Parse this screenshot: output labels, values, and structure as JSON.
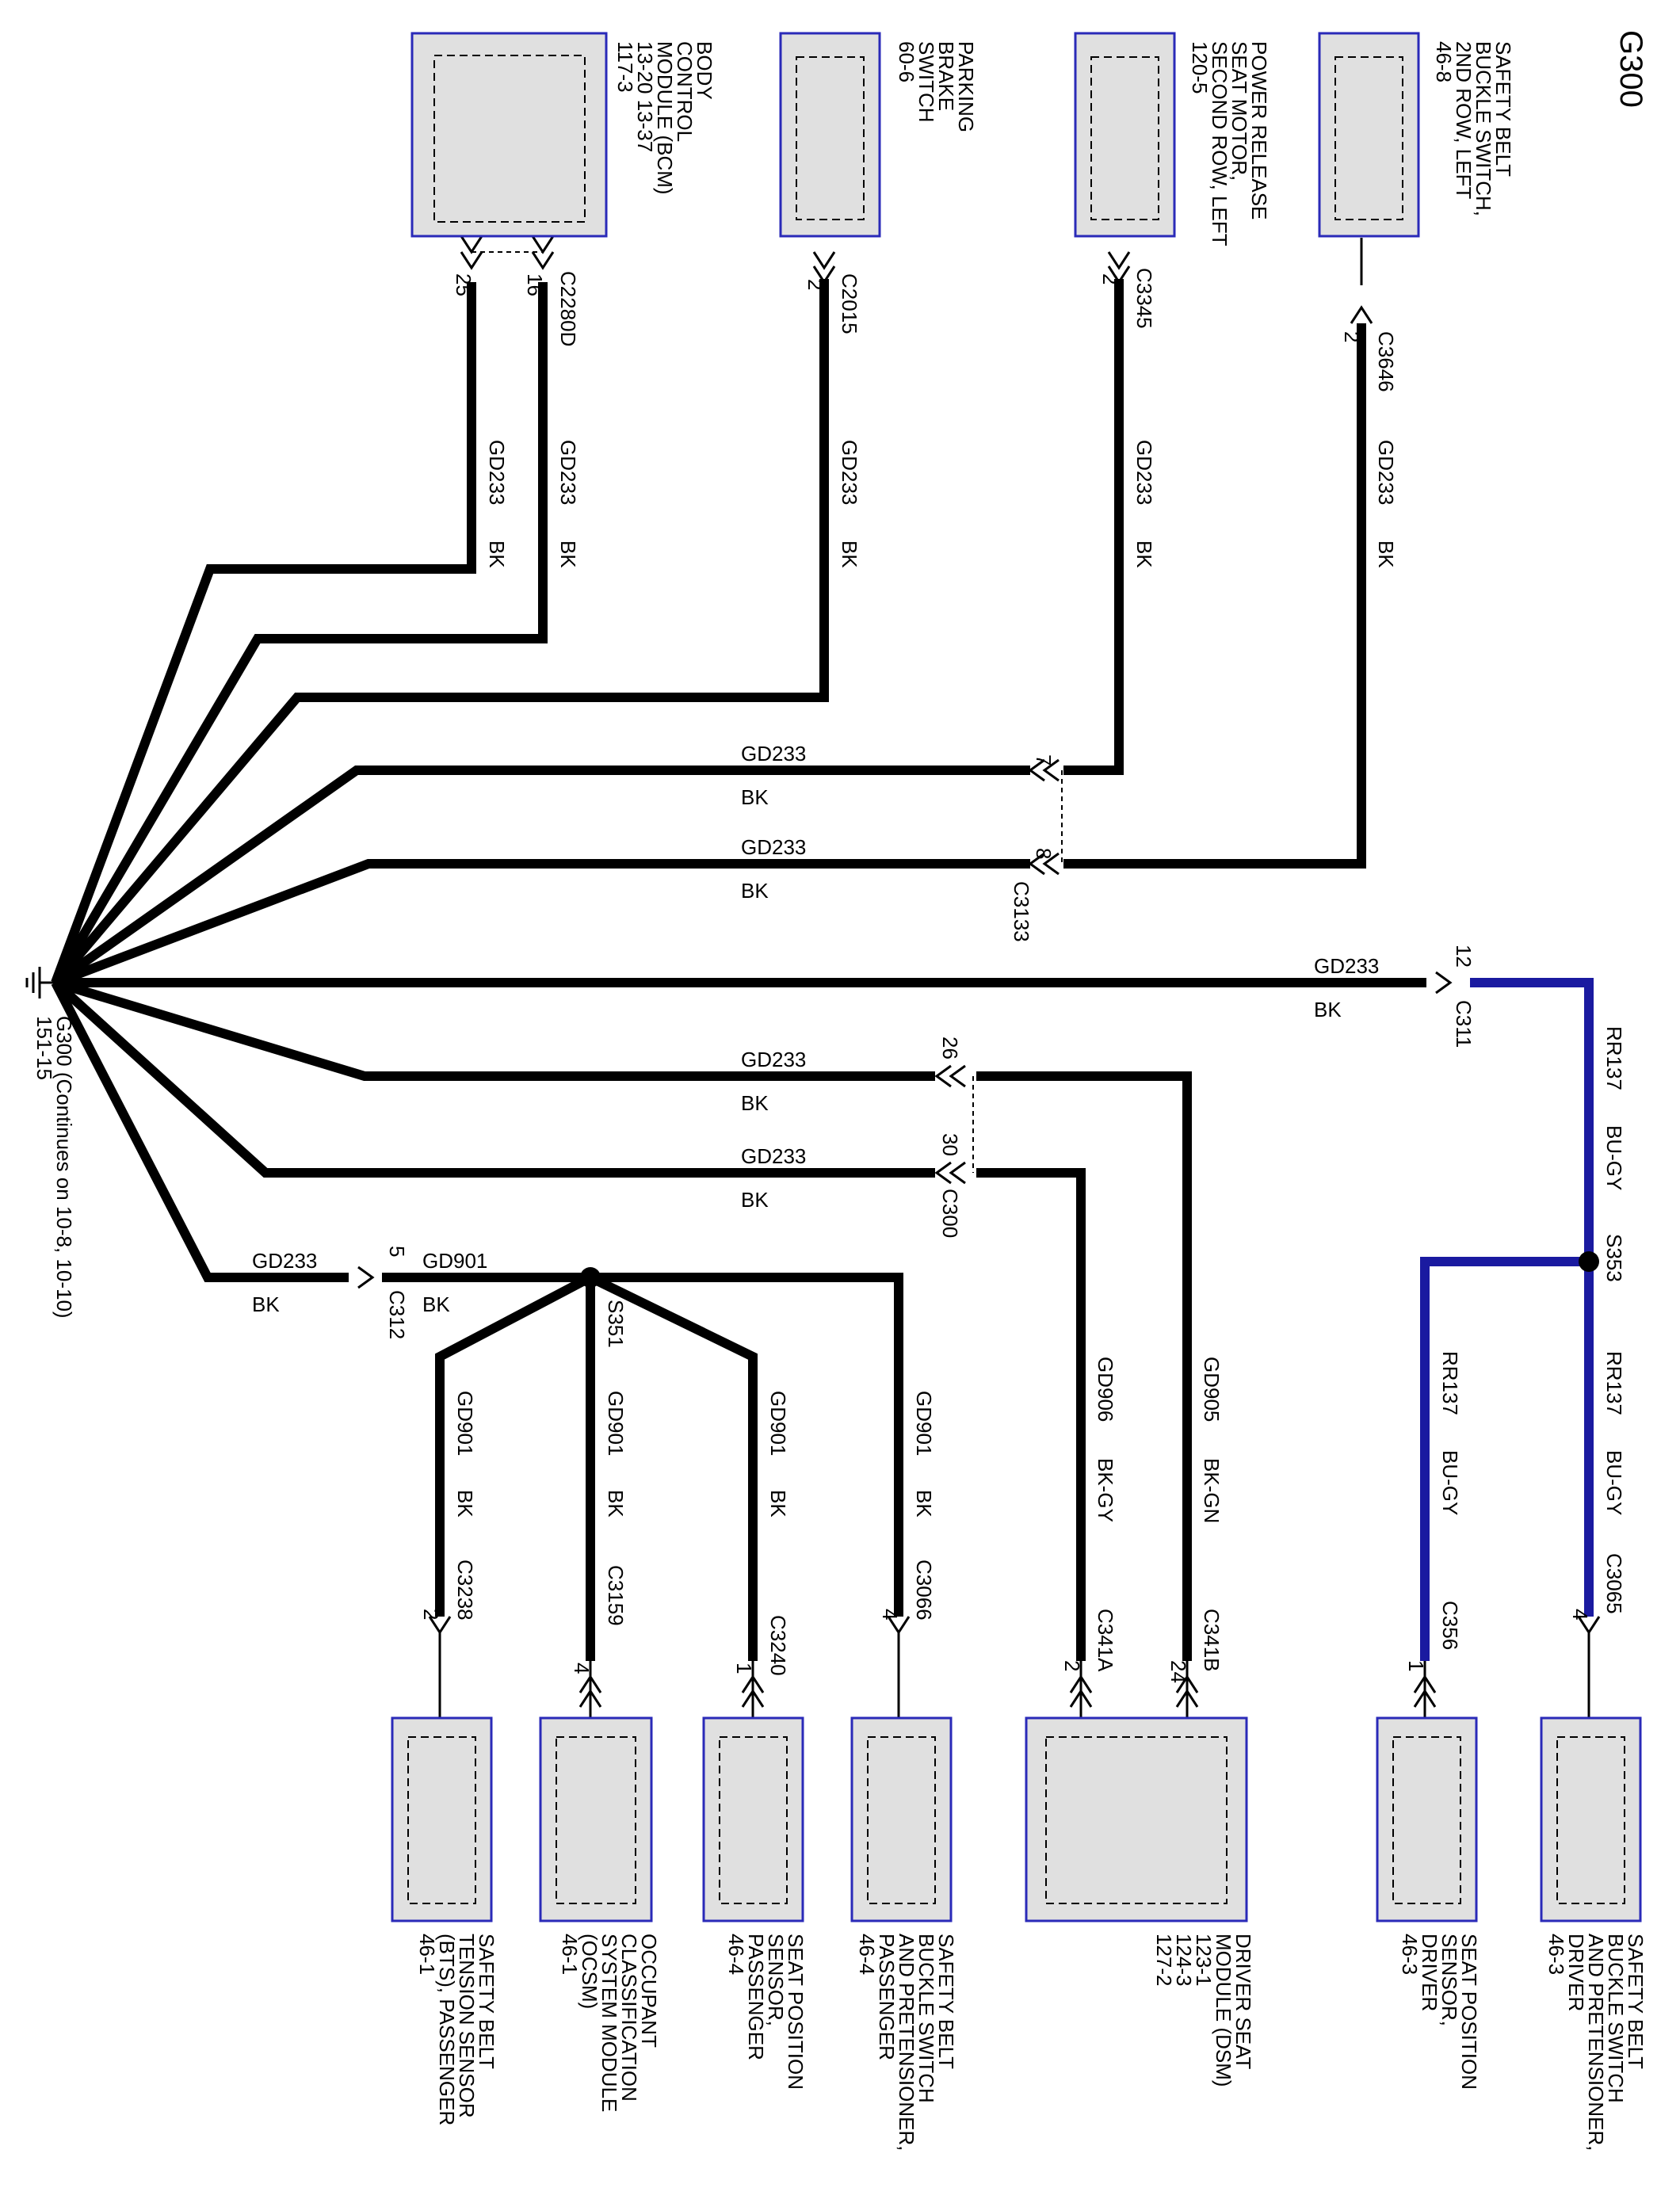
{
  "ground": {
    "title": "G300",
    "ref_line1": "G300  (Continues on 10-8, 10-10)",
    "ref_line2": "151-15"
  },
  "components": {
    "bcm": [
      "BODY",
      "CONTROL",
      "MODULE (BCM)",
      "13-20    13-37",
      "117-3"
    ],
    "parking_brake": [
      "PARKING",
      "BRAKE",
      "SWITCH",
      "60-6"
    ],
    "power_release": [
      "POWER RELEASE",
      "SEAT MOTOR,",
      "SECOND ROW, LEFT",
      "120-5"
    ],
    "belt_2nd_left": [
      "SAFETY BELT",
      "BUCKLE SWITCH,",
      "2ND ROW, LEFT",
      "46-8"
    ],
    "belt_driver": [
      "SAFETY BELT",
      "BUCKLE SWITCH",
      "AND PRETENSIONER,",
      "DRIVER",
      "46-3"
    ],
    "seatpos_driver": [
      "SEAT POSITION",
      "SENSOR,",
      "DRIVER",
      "46-3"
    ],
    "dsm": [
      "DRIVER SEAT",
      "MODULE (DSM)",
      "123-1",
      "124-3",
      "127-2"
    ],
    "belt_passenger": [
      "SAFETY BELT",
      "BUCKLE SWITCH",
      "AND PRETENSIONER,",
      "PASSENGER",
      "46-4"
    ],
    "seatpos_passenger": [
      "SEAT POSITION",
      "SENSOR,",
      "PASSENGER",
      "46-4"
    ],
    "ocsm": [
      "OCCUPANT",
      "CLASSIFICATION",
      "SYSTEM MODULE",
      "(OCSM)",
      "46-1"
    ],
    "bts": [
      "SAFETY BELT",
      "TENSION SENSOR",
      "(BTS), PASSENGER",
      "46-1"
    ]
  },
  "connectors": {
    "c2280d": "C2280D",
    "c2015": "C2015",
    "c3345": "C3345",
    "c3646": "C3646",
    "c3133": "C3133",
    "c311": "C311",
    "c300": "C300",
    "c312": "C312",
    "c3065": "C3065",
    "c356": "C356",
    "c341a": "C341A",
    "c341b": "C341B",
    "c3066": "C3066",
    "c3240": "C3240",
    "c3159": "C3159",
    "c3238": "C3238"
  },
  "splices": {
    "s353": "S353",
    "s351": "S351"
  },
  "pins": {
    "bcm_25": "25",
    "bcm_16": "16",
    "pb_2": "2",
    "pr_2": "2",
    "b2l_2": "2",
    "c3133_7": "7",
    "c3133_8": "8",
    "c311_12": "12",
    "c300_26": "26",
    "c300_30": "30",
    "c312_5": "5",
    "c3065_4": "4",
    "c356_1": "1",
    "c341b_24": "24",
    "c341a_2": "2",
    "c3066_4": "4",
    "c3240_1": "1",
    "c3159_4": "4",
    "c3238_2": "2"
  },
  "wires": {
    "gd233": "GD233",
    "gd901": "GD901",
    "gd906": "GD906",
    "gd905": "GD905",
    "rr137": "RR137",
    "bk": "BK",
    "bu_gy": "BU-GY",
    "bk_gy": "BK-GY",
    "bk_gn": "BK-GN"
  },
  "colors": {
    "wire_black": "#000000",
    "wire_blue": "#1a1aa0",
    "box_border": "#2a2ab8",
    "box_fill": "#e0e0e0"
  }
}
